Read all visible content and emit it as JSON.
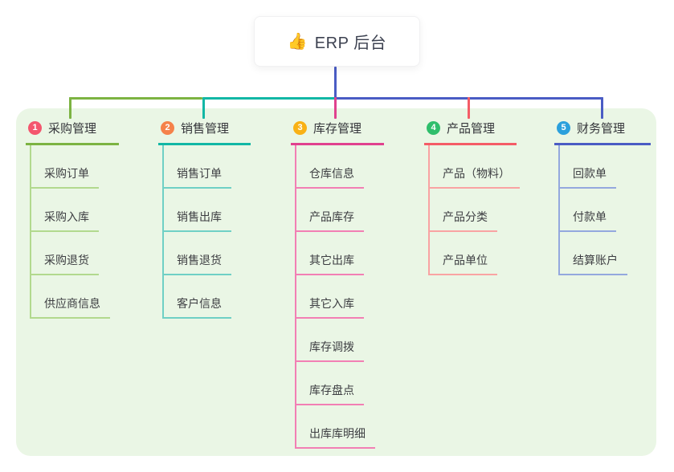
{
  "canvas": {
    "panel_bg": "#eaf6e5",
    "background": "#ffffff"
  },
  "root": {
    "icon": "👍",
    "icon_name": "thumbs-up-icon",
    "label": "ERP 后台",
    "line_color": "#4a5cc4"
  },
  "branches": [
    {
      "num": "1",
      "label": "采购管理",
      "badge_color": "#f4566e",
      "line_color": "#7cb342",
      "child_line_color": "#b2d98e",
      "children": [
        "采购订单",
        "采购入库",
        "采购退货",
        "供应商信息"
      ]
    },
    {
      "num": "2",
      "label": "销售管理",
      "badge_color": "#f5824a",
      "line_color": "#12b7a5",
      "child_line_color": "#6fd0c5",
      "children": [
        "销售订单",
        "销售出库",
        "销售退货",
        "客户信息"
      ]
    },
    {
      "num": "3",
      "label": "库存管理",
      "badge_color": "#f9b115",
      "line_color": "#e0418e",
      "child_line_color": "#f27fb4",
      "children": [
        "仓库信息",
        "产品库存",
        "其它出库",
        "其它入库",
        "库存调拨",
        "库存盘点",
        "出库库明细"
      ]
    },
    {
      "num": "4",
      "label": "产品管理",
      "badge_color": "#2fbe6b",
      "line_color": "#f45c66",
      "child_line_color": "#f9a3a3",
      "children": [
        "产品（物料）",
        "产品分类",
        "产品单位"
      ]
    },
    {
      "num": "5",
      "label": "财务管理",
      "badge_color": "#2ba0dc",
      "line_color": "#4a5cc4",
      "child_line_color": "#94a8de",
      "children": [
        "回款单",
        "付款单",
        "结算账户"
      ]
    }
  ]
}
